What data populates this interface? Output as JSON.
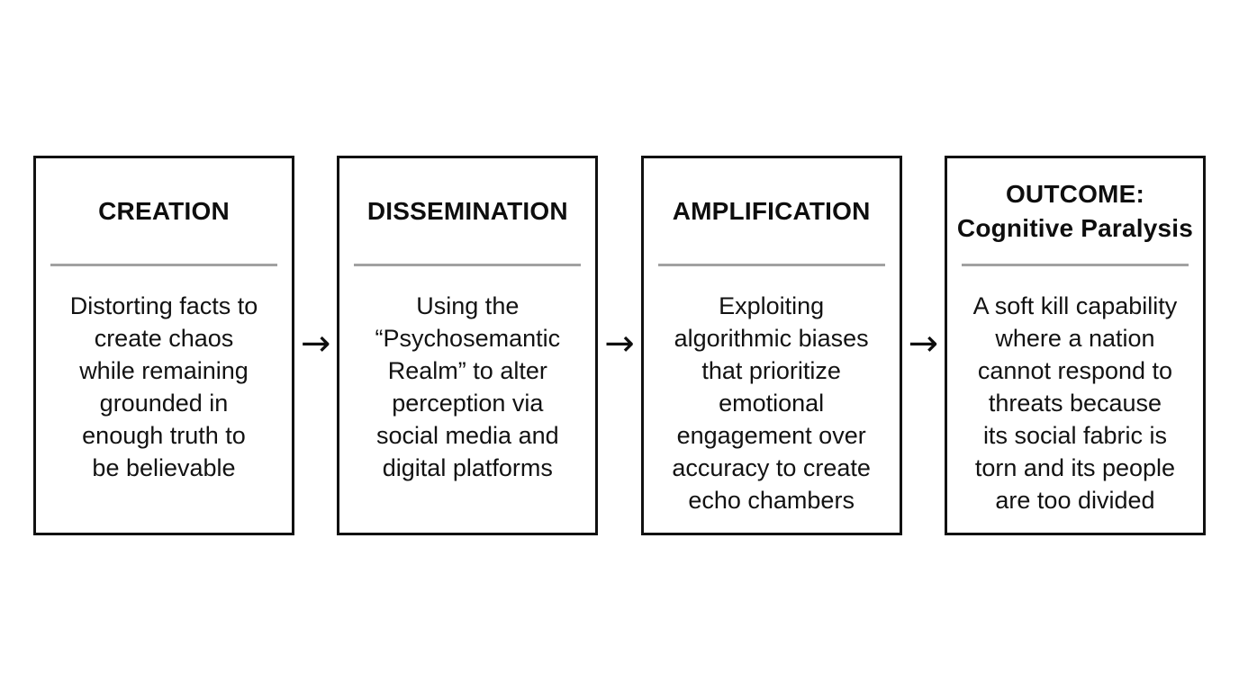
{
  "diagram": {
    "arrow_symbol": "→",
    "divider_color": "#a1a1a1",
    "border_color": "#111111",
    "background_color": "#ffffff",
    "stages": [
      {
        "title": "CREATION",
        "body": "Distorting facts to\ncreate chaos\nwhile remaining\ngrounded in\nenough truth to\nbe believable"
      },
      {
        "title": "DISSEMINATION",
        "body": "Using the\n“Psychosemantic\nRealm” to alter\nperception via\nsocial media and\ndigital platforms"
      },
      {
        "title": "AMPLIFICATION",
        "body": "Exploiting\nalgorithmic biases\nthat prioritize\nemotional\nengagement over\naccuracy to create\necho chambers"
      },
      {
        "title": "OUTCOME:\nCognitive Paralysis",
        "body": "A soft kill capability\nwhere a nation\ncannot respond to\nthreats because\nits social fabric is\ntorn and its people\nare too divided"
      }
    ]
  }
}
